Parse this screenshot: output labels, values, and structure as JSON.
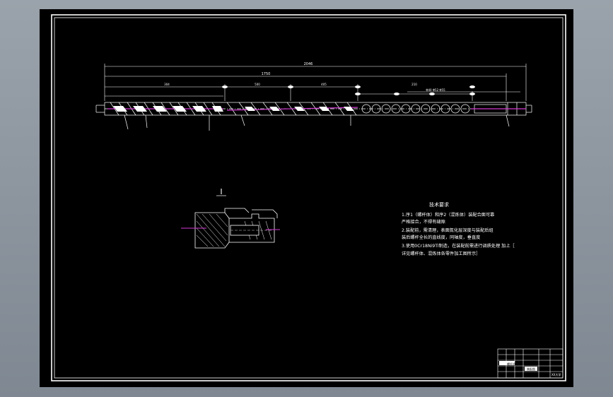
{
  "drawing": {
    "dimensions": {
      "overall": "2046",
      "main": "1750",
      "segment_a": "304",
      "segment_b": "500",
      "segment_c": "405",
      "segment_d": "210",
      "pitch_note": "Φ40 Φ52 Φ55"
    },
    "detail_label": "I",
    "technical_requirements": {
      "title": "技术要求",
      "lines": [
        "1.序1（螺杆体）和序2（混炼体）装配合面可靠",
        "严格接合，不得有缝隙",
        "2.装配前，需清理，表面氮化层深度与装配后组",
        "装后螺杆全长的直线度，同轴度，垂直度",
        "3.使用0Cr18Ni9Ti制造，在装配前需进行调质处理   加上［",
        "详见螺杆体、混炼体各零件加工图所示］"
      ]
    },
    "title_block": {
      "name": "螺杆组件",
      "part": "装配图",
      "info": "XX大学"
    }
  },
  "colors": {
    "background": "#000000",
    "line": "#ffffff",
    "accent": "#d23ad2",
    "frame_outer": "#8a929c"
  }
}
